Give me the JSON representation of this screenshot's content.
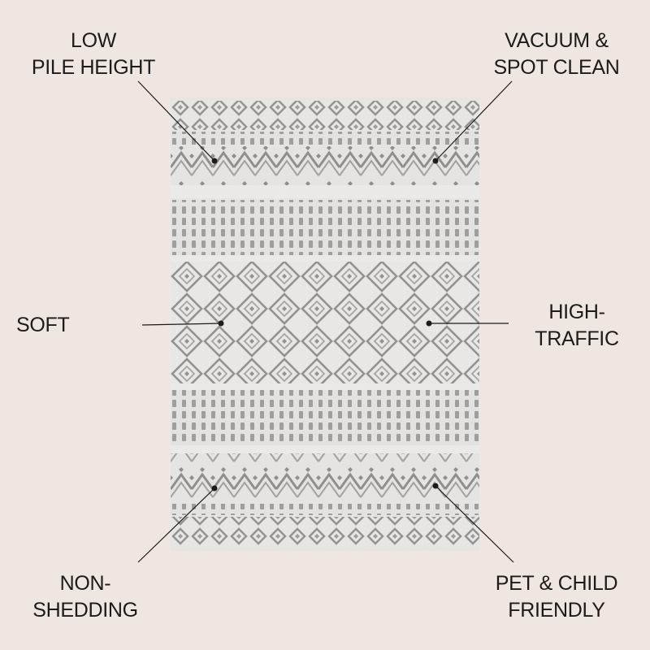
{
  "background_color": "#efe6e2",
  "rug": {
    "image": "rug-pattern",
    "base_color": "#e9e8e6",
    "pattern_color": "#8e8d8b",
    "pattern_dark_color": "#5f5e5c"
  },
  "callouts": [
    {
      "id": "low-pile-height",
      "lines": [
        "LOW",
        "PILE HEIGHT"
      ]
    },
    {
      "id": "vacuum-spot-clean",
      "lines": [
        "VACUUM &",
        "SPOT CLEAN"
      ]
    },
    {
      "id": "soft",
      "lines": [
        "SOFT"
      ]
    },
    {
      "id": "high-traffic",
      "lines": [
        "HIGH-",
        "TRAFFIC"
      ]
    },
    {
      "id": "non-shedding",
      "lines": [
        "NON-",
        "SHEDDING"
      ]
    },
    {
      "id": "pet-child-friendly",
      "lines": [
        "PET & CHILD",
        "FRIENDLY"
      ]
    }
  ],
  "marker_color": "#1b1b1b"
}
